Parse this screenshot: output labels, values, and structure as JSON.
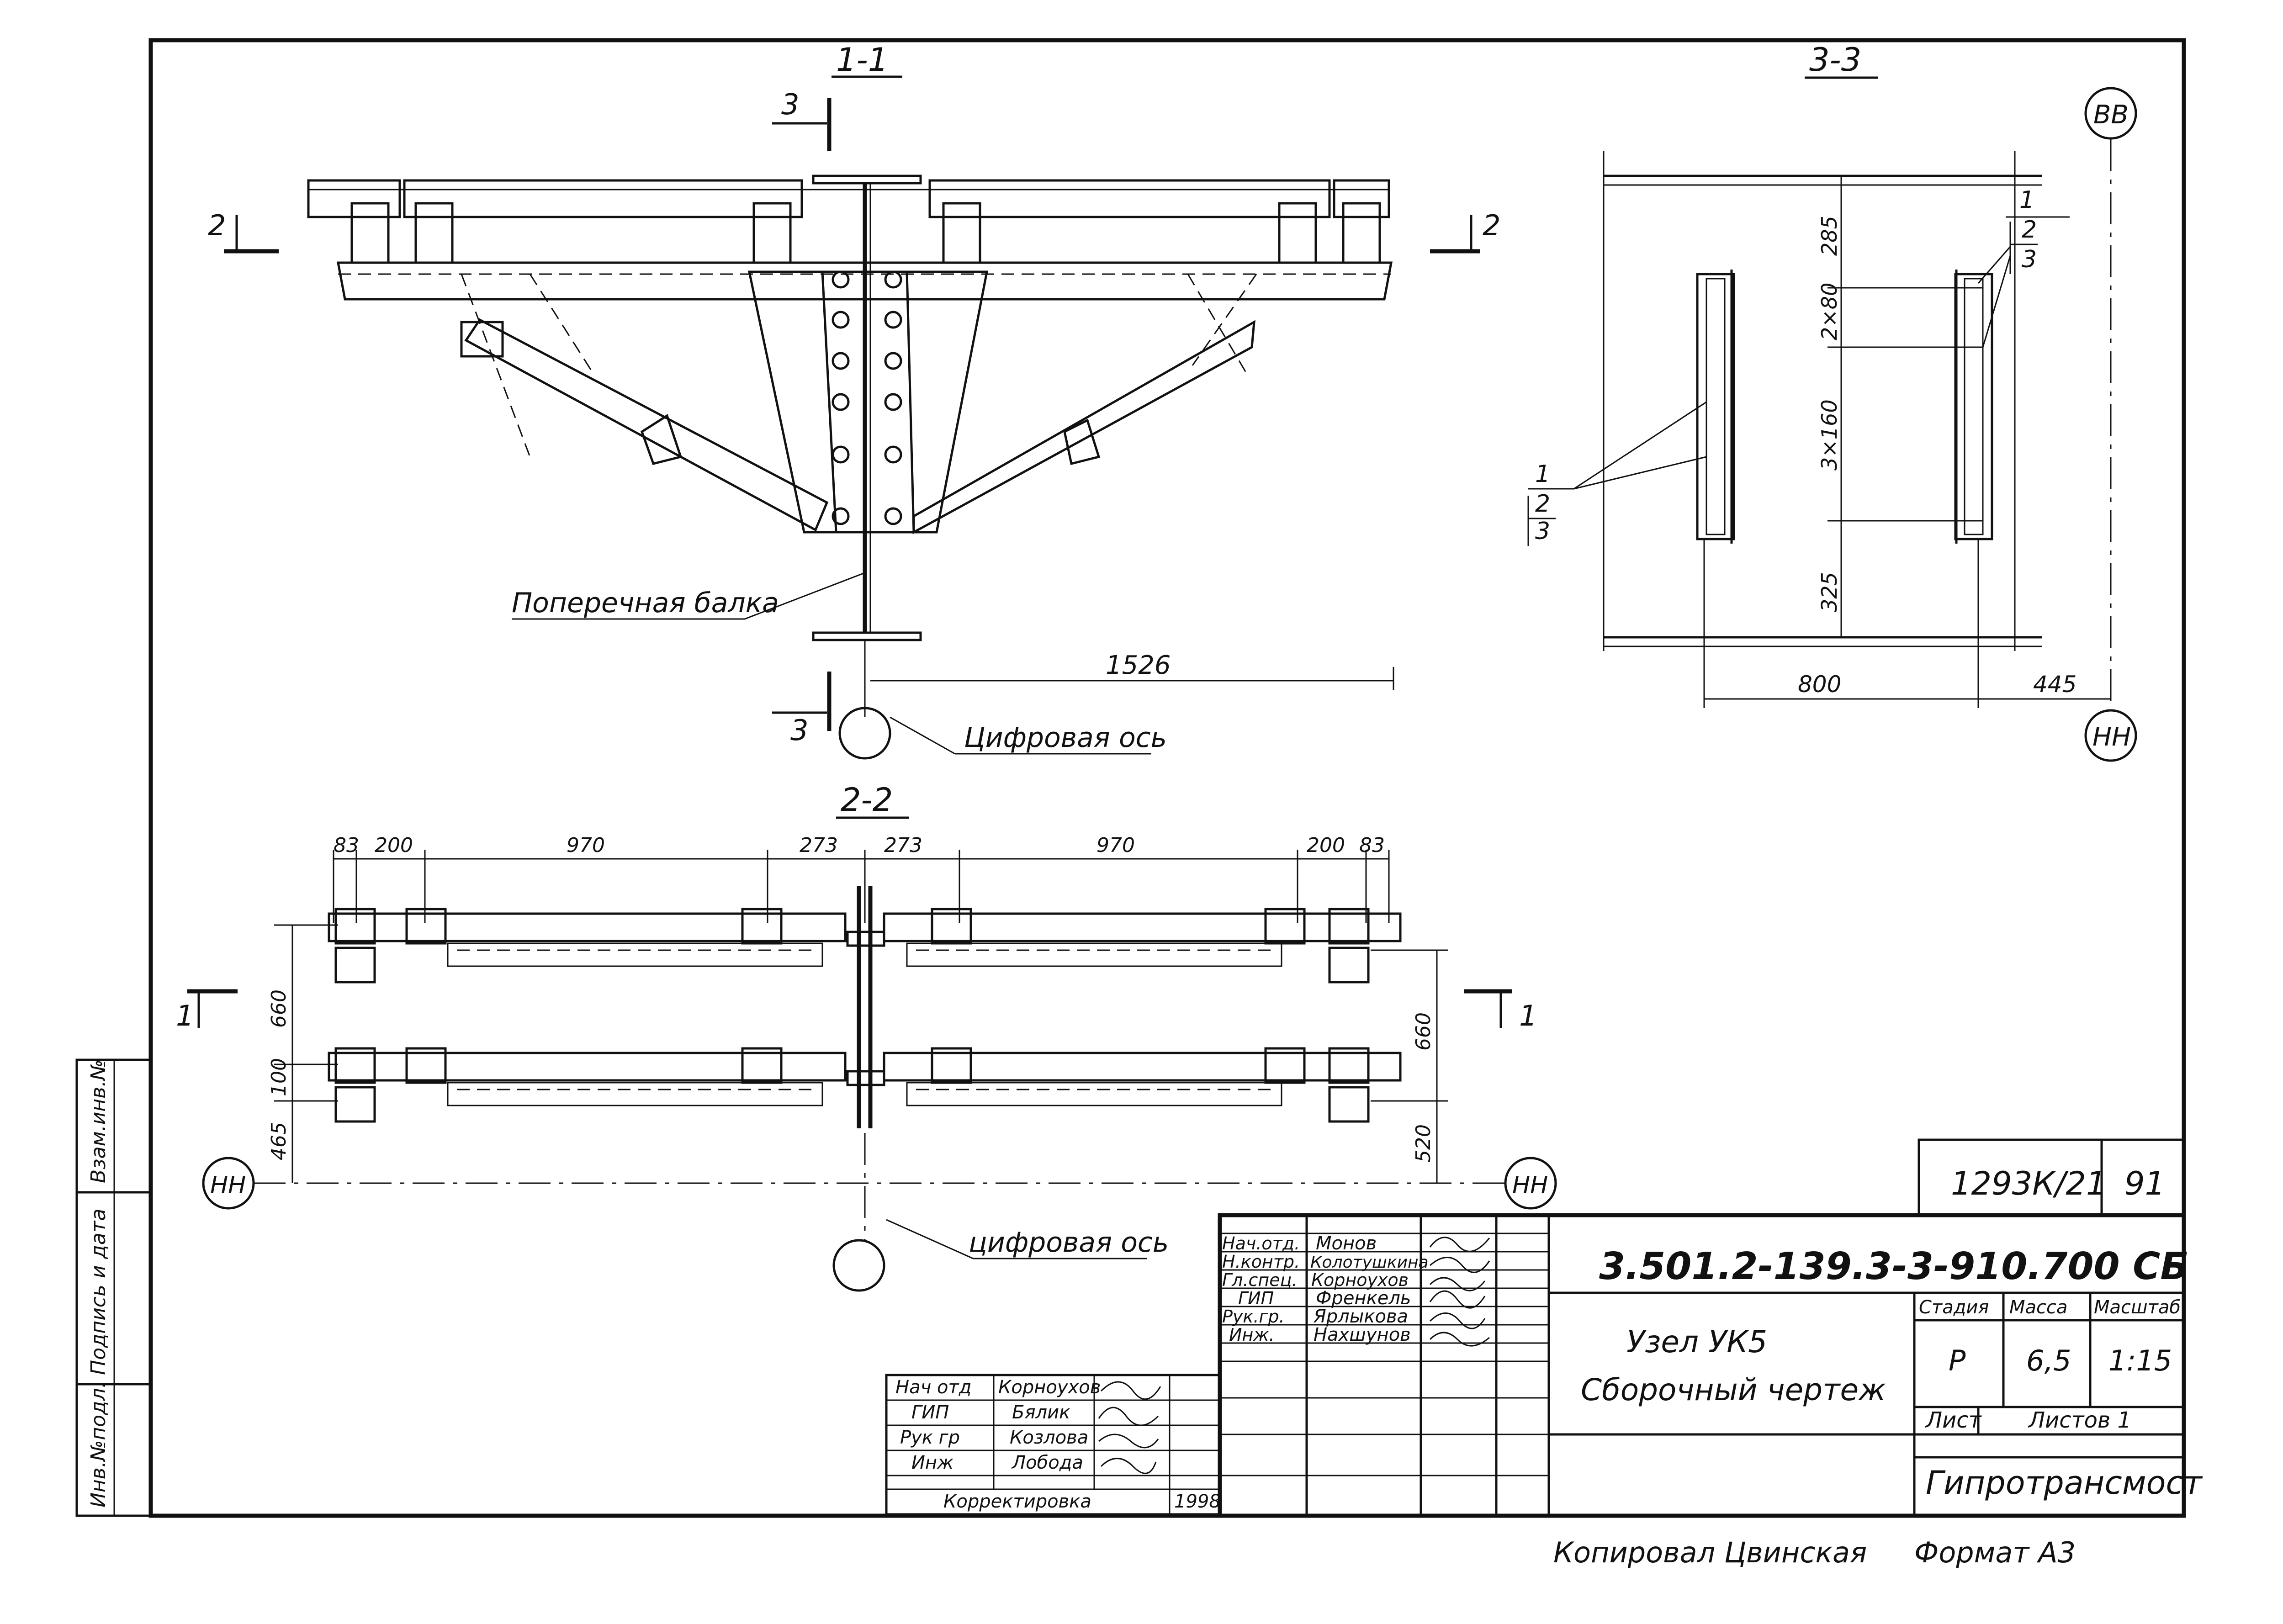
{
  "sections": {
    "s11": {
      "title": "1-1",
      "cut_label_top": "3",
      "cut_label_bottom": "3",
      "side_left": "2",
      "side_right": "2",
      "beam_label": "Поперечная балка",
      "dim_1526": "1526",
      "axis_label": "Цифровая ось"
    },
    "s33": {
      "title": "3-3",
      "axis_top": "ВВ",
      "axis_bottom": "НН",
      "dim_285": "285",
      "dim_2x80": "2×80",
      "dim_3x160": "3×160",
      "dim_325": "325",
      "dim_800": "800",
      "dim_445": "445",
      "callout": [
        "1",
        "2",
        "3"
      ]
    },
    "s22": {
      "title": "2-2",
      "top_dims": [
        "83",
        "200",
        "970",
        "273",
        "273",
        "970",
        "200",
        "83"
      ],
      "left_dims": [
        "660",
        "100",
        "465"
      ],
      "right_dims": [
        "660",
        "520"
      ],
      "cut_left": "1",
      "cut_right": "1",
      "axis_left": "НН",
      "axis_right": "НН",
      "axis_label": "цифровая ось"
    }
  },
  "side_stamp": [
    "Инв.№подл.",
    "Подпись и дата",
    "Взам.инв.№"
  ],
  "title_block": {
    "doc_number": "3.501.2-139.3-3-910.700 СБ",
    "archive_number": "1293К/21",
    "sheet_code": "91",
    "title_line1": "Узел УК5",
    "title_line2": "Сборочный чертеж",
    "stage_header": "Стадия",
    "mass_header": "Масса",
    "scale_header": "Масштаб",
    "stage": "Р",
    "mass": "6,5",
    "scale": "1:15",
    "sheet_label": "Лист",
    "sheets_label": "Листов 1",
    "organization": "Гипротрансмост",
    "signers": [
      {
        "role": "Нач.отд.",
        "name": "Монов"
      },
      {
        "role": "Н.контр.",
        "name": "Колотушкина"
      },
      {
        "role": "Гл.спец.",
        "name": "Корноухов"
      },
      {
        "role": "ГИП",
        "name": "Френкель"
      },
      {
        "role": "Рук.гр.",
        "name": "Ярлыкова"
      },
      {
        "role": "Инж.",
        "name": "Нахшунов"
      }
    ]
  },
  "correction_block": {
    "rows": [
      {
        "role": "Нач отд",
        "name": "Корноухов"
      },
      {
        "role": "ГИП",
        "name": "Бялик"
      },
      {
        "role": "Рук гр",
        "name": "Козлова"
      },
      {
        "role": "Инж",
        "name": "Лобода"
      }
    ],
    "label": "Корректировка",
    "year": "1998"
  },
  "footer": {
    "copied_by": "Копировал Цвинская",
    "format": "Формат А3"
  }
}
